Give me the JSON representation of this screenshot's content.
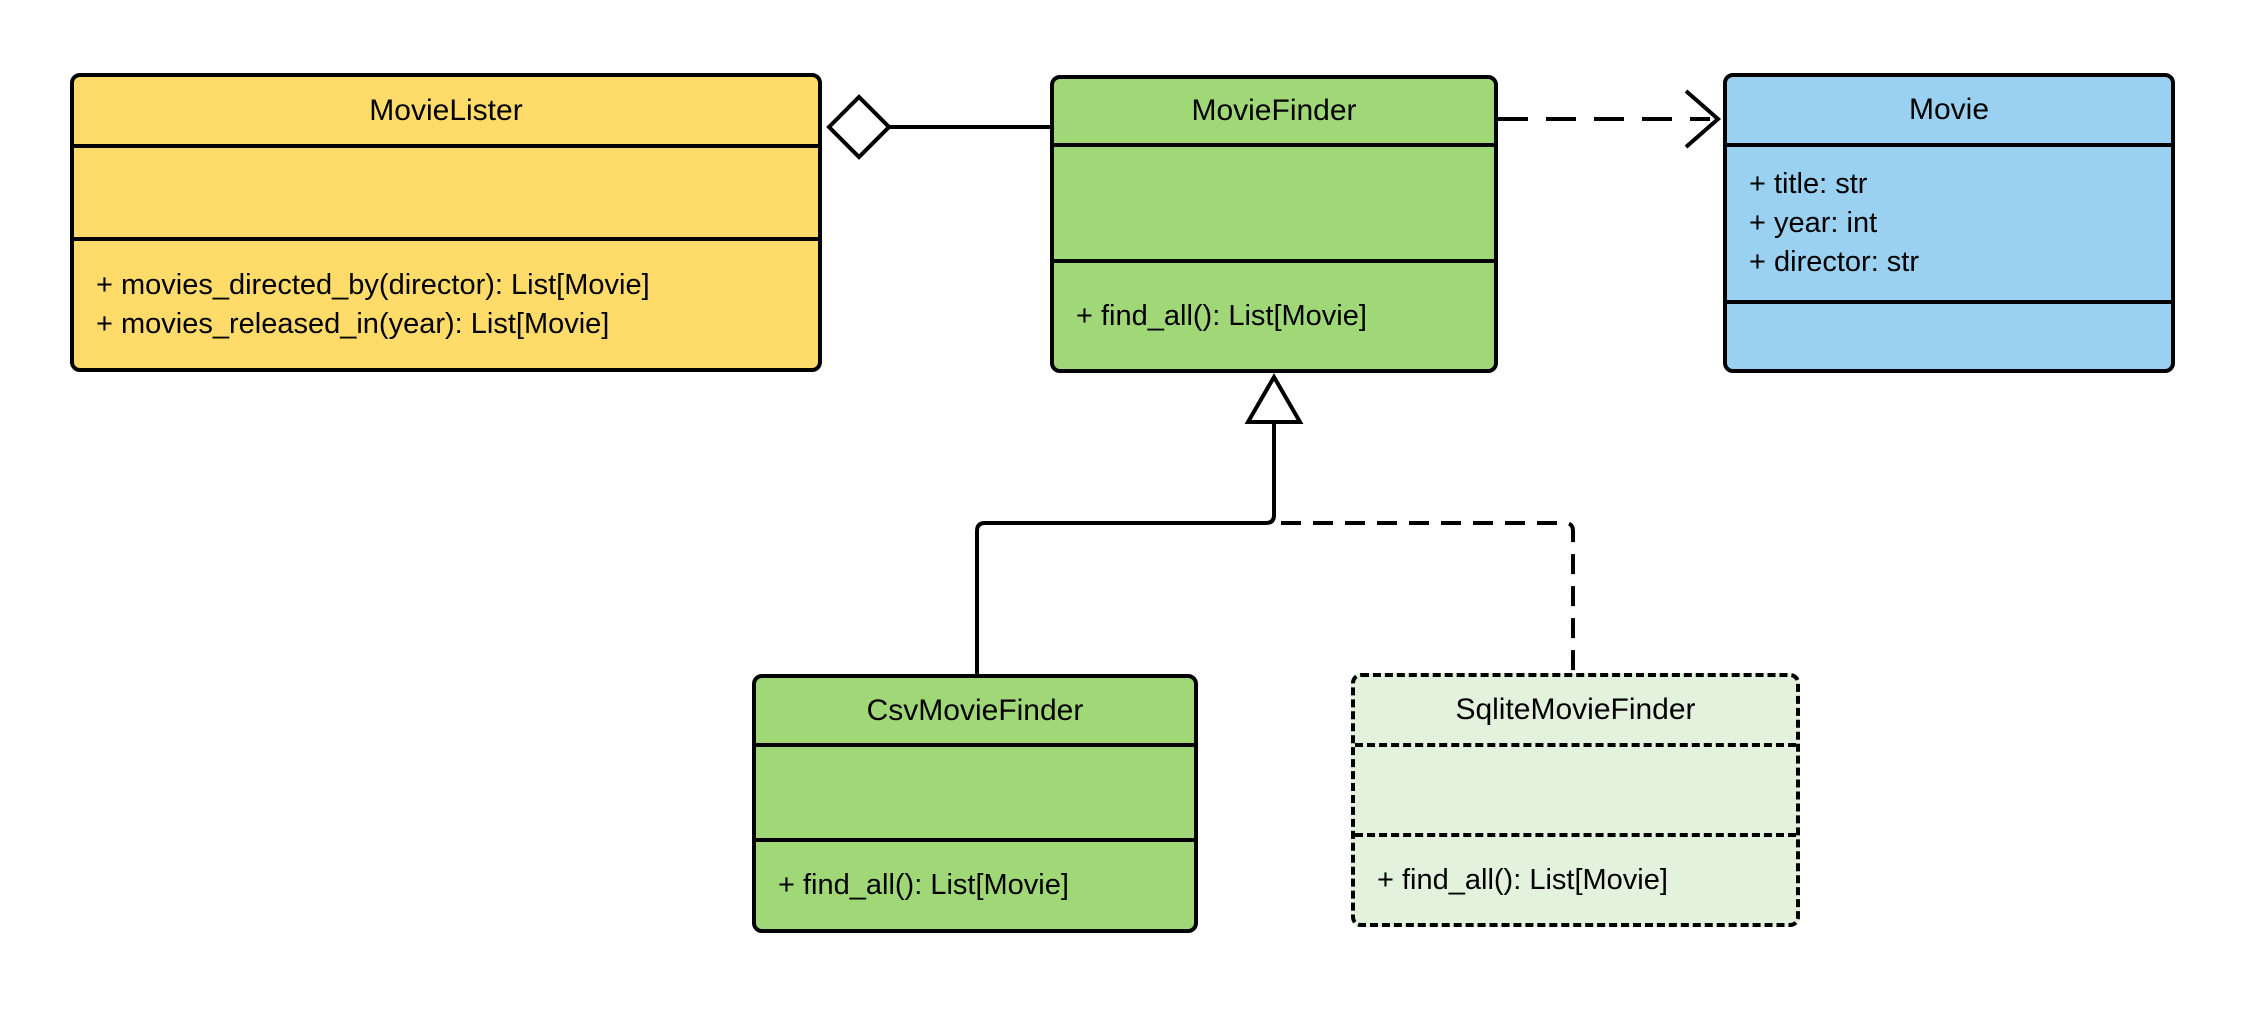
{
  "diagram": {
    "kind": "uml-class-diagram",
    "background_color": "#ffffff",
    "stroke_color": "#000000",
    "classes": [
      {
        "name": "MovieLister",
        "fill": "#FFDC69",
        "border_style": "solid",
        "attributes": [],
        "methods": [
          "+ movies_directed_by(director): List[Movie]",
          "+ movies_released_in(year): List[Movie]"
        ]
      },
      {
        "name": "MovieFinder",
        "fill": "#A0D878",
        "border_style": "solid",
        "attributes": [],
        "methods": [
          "+ find_all(): List[Movie]"
        ]
      },
      {
        "name": "Movie",
        "fill": "#9AD1F0",
        "border_style": "solid",
        "attributes": [
          "+ title: str",
          "+ year: int",
          "+ director: str"
        ],
        "methods": []
      },
      {
        "name": "CsvMovieFinder",
        "fill": "#A0D878",
        "border_style": "solid",
        "attributes": [],
        "methods": [
          "+ find_all(): List[Movie]"
        ]
      },
      {
        "name": "SqliteMovieFinder",
        "fill": "#E3F2DC",
        "border_style": "dashed",
        "attributes": [],
        "methods": [
          "+ find_all(): List[Movie]"
        ]
      }
    ],
    "relationships": [
      {
        "from": "MovieLister",
        "to": "MovieFinder",
        "type": "aggregation",
        "line_style": "solid",
        "marker": "hollow-diamond"
      },
      {
        "from": "MovieFinder",
        "to": "Movie",
        "type": "dependency",
        "line_style": "dashed",
        "marker": "open-arrowhead"
      },
      {
        "from": "CsvMovieFinder",
        "to": "MovieFinder",
        "type": "generalization",
        "line_style": "solid",
        "marker": "hollow-triangle"
      },
      {
        "from": "SqliteMovieFinder",
        "to": "MovieFinder",
        "type": "generalization",
        "line_style": "dashed",
        "marker": "hollow-triangle"
      }
    ]
  }
}
